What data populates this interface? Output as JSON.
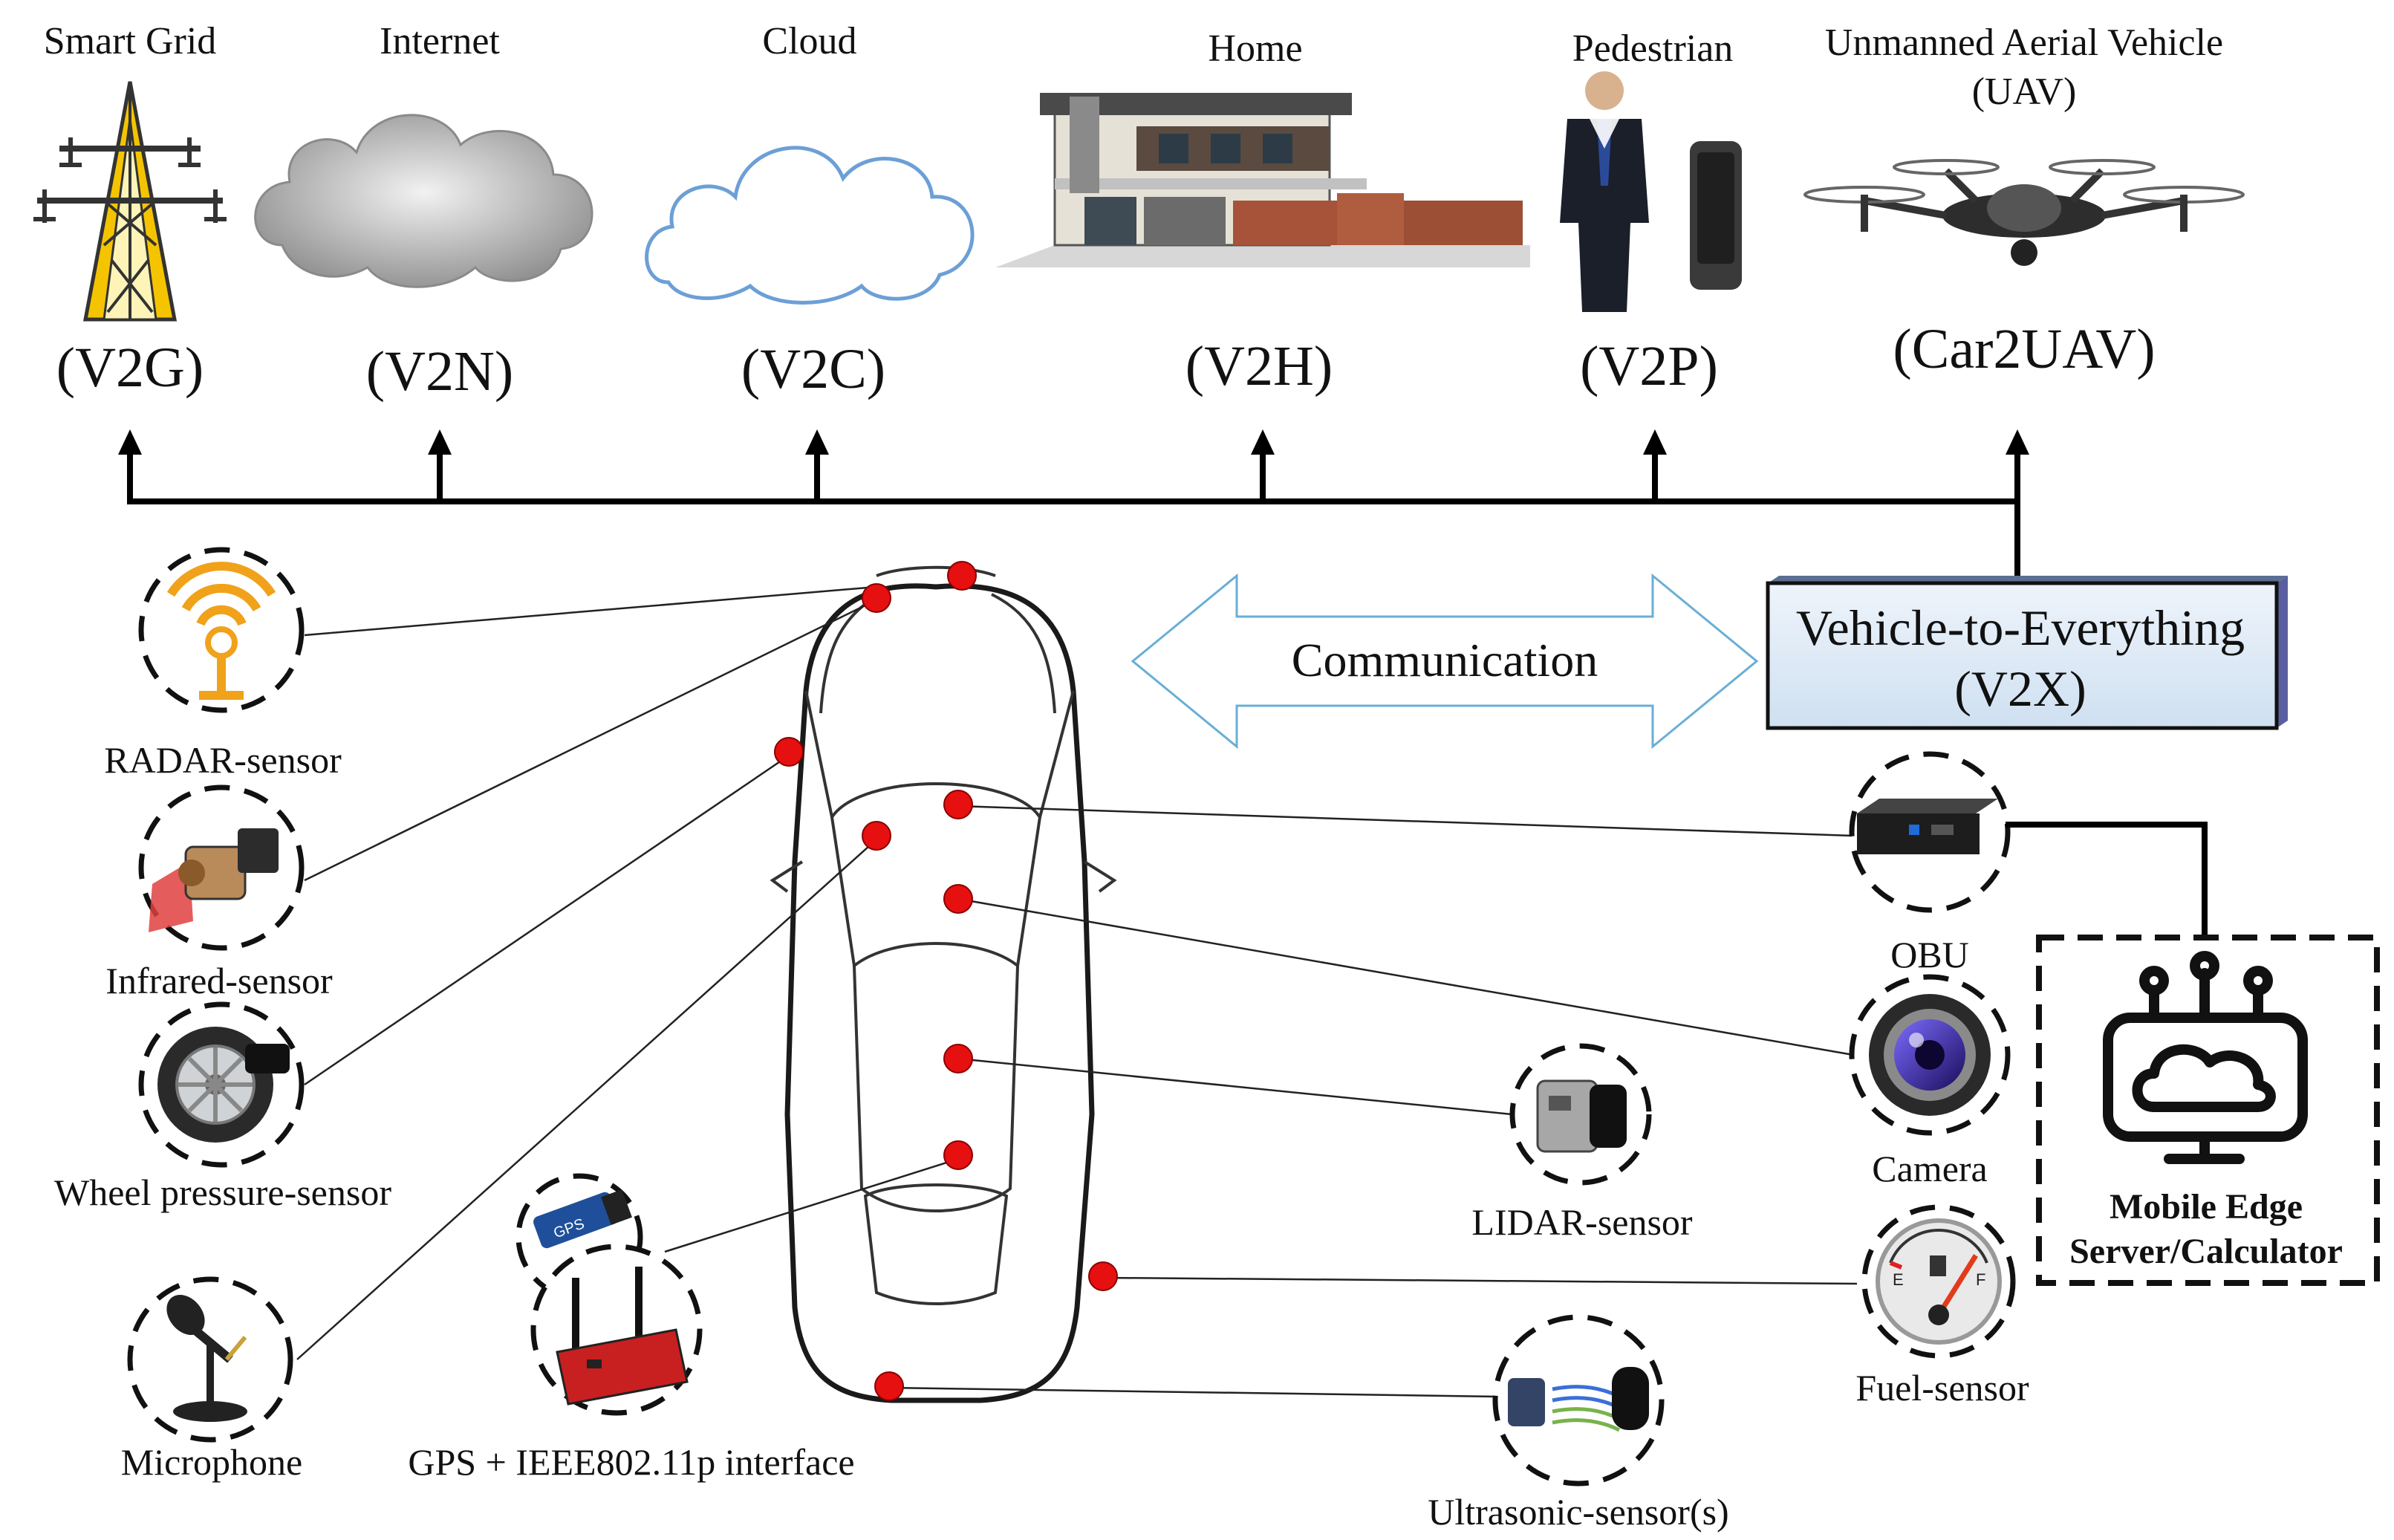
{
  "targets": [
    {
      "name": "Smart Grid",
      "code": "(V2G)",
      "icon": "power-tower-icon"
    },
    {
      "name": "Internet",
      "code": "(V2N)",
      "icon": "internet-cloud-icon"
    },
    {
      "name": "Cloud",
      "code": "(V2C)",
      "icon": "cloud-icon"
    },
    {
      "name": "Home",
      "code": "(V2H)",
      "icon": "house-icon"
    },
    {
      "name": "Pedestrian",
      "code": "(V2P)",
      "icon": "pedestrian-icon"
    },
    {
      "name_line1": "Unmanned Aerial Vehicle",
      "name_line2": "(UAV)",
      "code": "(Car2UAV)",
      "icon": "drone-icon"
    }
  ],
  "communication": {
    "label": "Communication"
  },
  "v2x": {
    "line1": "Vehicle-to-Everything",
    "line2": "(V2X)"
  },
  "sensors": {
    "radar": "RADAR-sensor",
    "infrared": "Infrared-sensor",
    "wheel": "Wheel pressure-sensor",
    "microphone": "Microphone",
    "gps": "GPS + IEEE802.11p interface",
    "lidar": "LIDAR-sensor",
    "ultrasonic": "Ultrasonic-sensor(s)",
    "obu": "OBU",
    "camera": "Camera",
    "fuel": "Fuel-sensor"
  },
  "mec": {
    "line1": "Mobile Edge",
    "line2": "Server/Calculator"
  },
  "colors": {
    "sensor_dot": "#e61010",
    "v2x_box": "#dde9f5",
    "arrow_outline": "#6aaed6",
    "pylon": "#f5c400"
  }
}
